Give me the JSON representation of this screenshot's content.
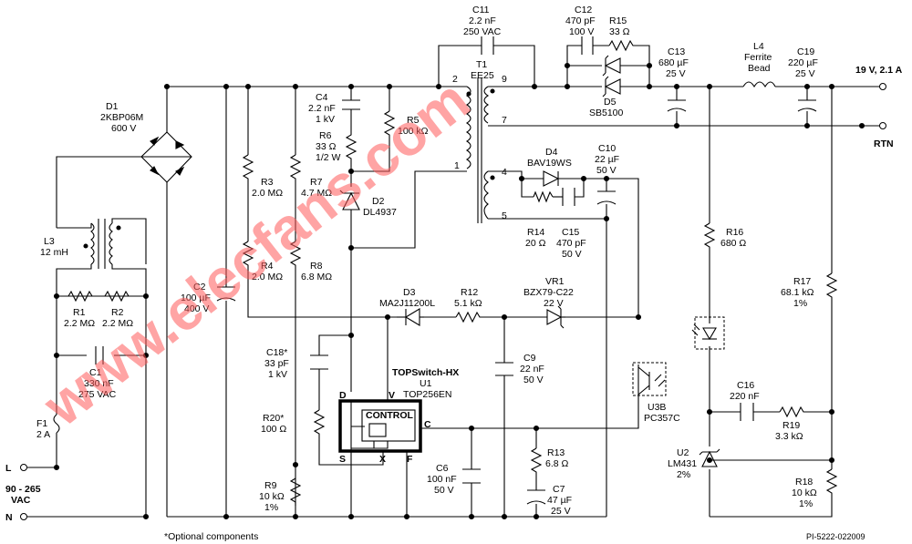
{
  "components": {
    "d1": [
      "D1",
      "2KBP06M",
      "600 V"
    ],
    "l3": [
      "L3",
      "12 mH"
    ],
    "r1": [
      "R1",
      "2.2 MΩ"
    ],
    "r2": [
      "R2",
      "2.2 MΩ"
    ],
    "c1": [
      "C1",
      "330 nF",
      "275 VAC"
    ],
    "f1": [
      "F1",
      "2 A"
    ],
    "c2": [
      "C2",
      "100 µF",
      "400 V"
    ],
    "r3": [
      "R3",
      "2.0 MΩ"
    ],
    "r4": [
      "R4",
      "2.0 MΩ"
    ],
    "r7": [
      "R7",
      "4.7 MΩ"
    ],
    "r8": [
      "R8",
      "6.8 MΩ"
    ],
    "c4": [
      "C4",
      "2.2 nF",
      "1 kV"
    ],
    "r6": [
      "R6",
      "33 Ω",
      "1/2 W"
    ],
    "r5": [
      "R5",
      "100 kΩ"
    ],
    "d2": [
      "D2",
      "DL4937"
    ],
    "c11": [
      "C11",
      "2.2 nF",
      "250 VAC"
    ],
    "t1": [
      "T1",
      "EE25"
    ],
    "c12": [
      "C12",
      "470 pF",
      "100 V"
    ],
    "r15": [
      "R15",
      "33 Ω"
    ],
    "d5": [
      "D5",
      "SB5100"
    ],
    "c13": [
      "C13",
      "680 µF",
      "25 V"
    ],
    "l4": [
      "L4",
      "Ferrite",
      "Bead"
    ],
    "c19": [
      "C19",
      "220 µF",
      "25 V"
    ],
    "d4": [
      "D4",
      "BAV19WS"
    ],
    "c10": [
      "C10",
      "22 µF",
      "50 V"
    ],
    "r14": [
      "R14",
      "20 Ω"
    ],
    "c15": [
      "C15",
      "470 pF",
      "50 V"
    ],
    "r16": [
      "R16",
      "680 Ω"
    ],
    "r17": [
      "R17",
      "68.1 kΩ",
      "1%"
    ],
    "d3": [
      "D3",
      "MA2J11200L"
    ],
    "r12": [
      "R12",
      "5.1 kΩ"
    ],
    "vr1": [
      "VR1",
      "BZX79-C22",
      "22 V"
    ],
    "c18": [
      "C18*",
      "33 pF",
      "1 kV"
    ],
    "r20": [
      "R20*",
      "100 Ω"
    ],
    "u1": [
      "TOPSwitch-HX",
      "U1",
      "TOP256EN"
    ],
    "c9": [
      "C9",
      "22 nF",
      "50 V"
    ],
    "u3b": [
      "U3B",
      "PC357C"
    ],
    "c16": [
      "C16",
      "220 nF"
    ],
    "r19": [
      "R19",
      "3.3 kΩ"
    ],
    "u2": [
      "U2",
      "LM431",
      "2%"
    ],
    "r18": [
      "R18",
      "10 kΩ",
      "1%"
    ],
    "r9": [
      "R9",
      "10 kΩ",
      "1%"
    ],
    "c6": [
      "C6",
      "100 nF",
      "50 V"
    ],
    "r13": [
      "R13",
      "6.8 Ω"
    ],
    "c7": [
      "C7",
      "47 µF",
      "25 V"
    ]
  },
  "pins": {
    "t1_2": "2",
    "t1_9": "9",
    "t1_7": "7",
    "t1_1": "1",
    "t1_4": "4",
    "t1_5": "5",
    "d": "D",
    "v": "V",
    "c": "C",
    "s": "S",
    "x": "X",
    "f": "F",
    "control": "CONTROL"
  },
  "terminals": {
    "output": "19 V, 2.1 A",
    "return": "RTN",
    "line": "L",
    "neutral": "N",
    "input_range": "90 - 265",
    "input_type": "VAC"
  },
  "footnote": "*Optional components",
  "drawing_id": "PI-5222-022009",
  "watermark": "www.elecfans.com",
  "colors": {
    "watermark": "#ff5a5a",
    "ink": "#000000"
  }
}
